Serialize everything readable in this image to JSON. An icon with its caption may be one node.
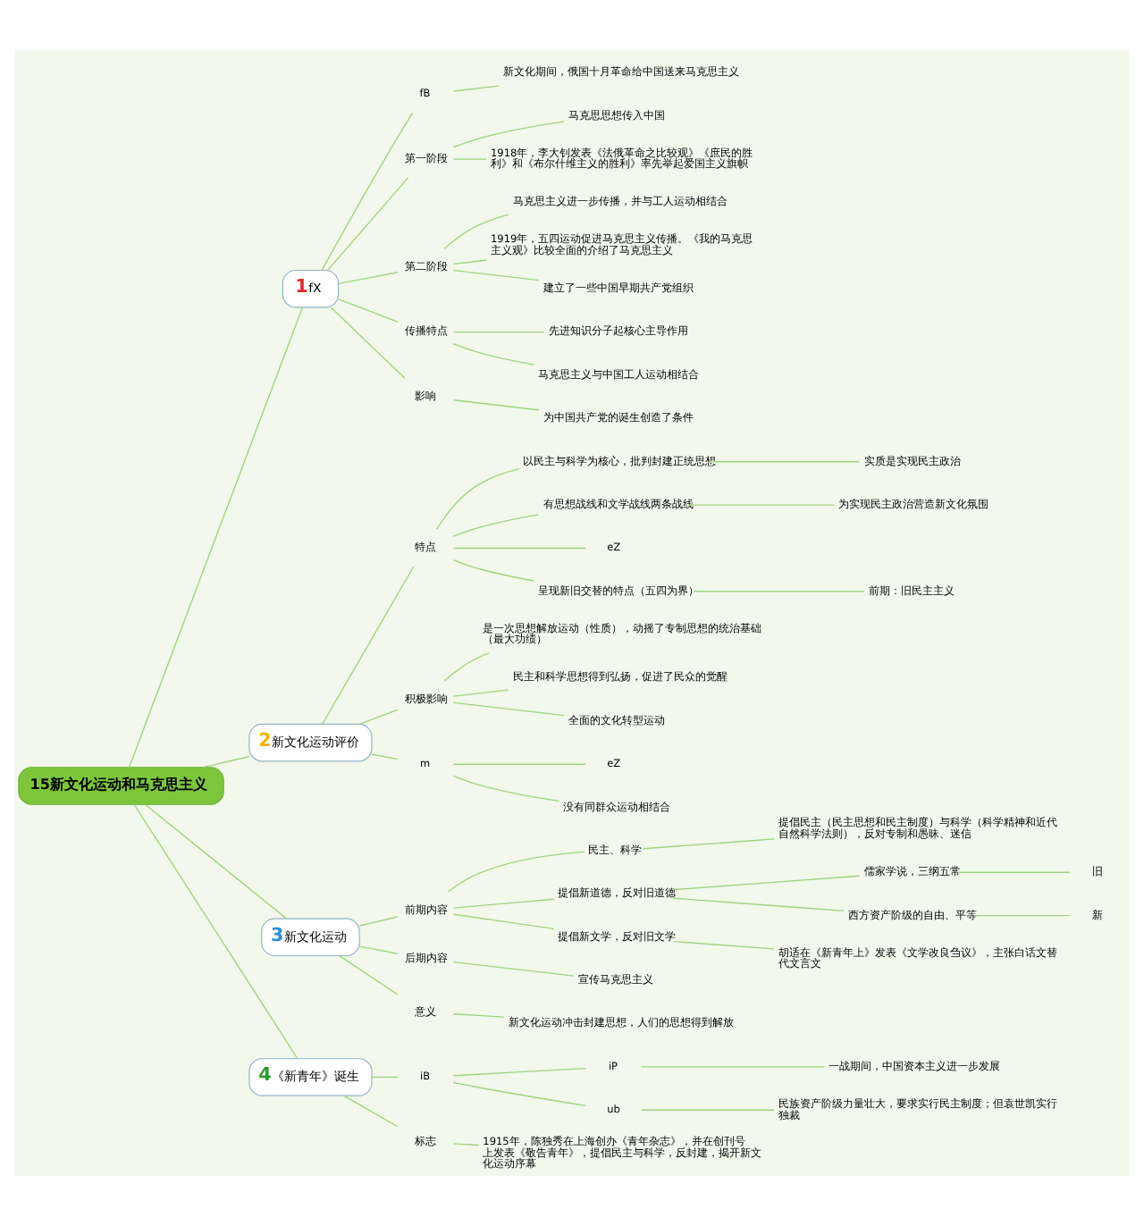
{
  "diagram": {
    "nodes": [
      {
        "text": [
          "15新文化运动和马克思主义"
        ]
      },
      {
        "text": [
          "1",
          "fX"
        ]
      },
      {
        "text": [
          "fB"
        ]
      },
      {
        "text": [
          "新文化期间，俄国十月革命给中国送来马克思主义"
        ]
      },
      {
        "text": [
          "第一阶段"
        ]
      },
      {
        "text": [
          "马克思思想传入中国"
        ]
      },
      {
        "text": [
          "1918年，李大钊发表《法俄革命之比较观》《庶民的胜利》和《布尔什维主义的胜利》率先举起爱国主义旗帜"
        ]
      },
      {
        "text": [
          "第二阶段"
        ]
      },
      {
        "text": [
          "马克思主义进一步传播，并与工人运动相结合"
        ]
      },
      {
        "text": [
          "1919年，五四运动促进马克思主义传播。《我的马克思主义观》比较全面的介绍了马克思主义"
        ]
      },
      {
        "text": [
          "建立了一些中国早期共产党组织"
        ]
      },
      {
        "text": [
          "传播特点"
        ]
      },
      {
        "text": [
          "先进知识分子起核心主导作用"
        ]
      },
      {
        "text": [
          "马克思主义与中国工人运动相结合"
        ]
      },
      {
        "text": [
          "影响"
        ]
      },
      {
        "text": [
          "为中国共产党的诞生创造了条件"
        ]
      },
      {
        "text": [
          "2",
          "新文化运动评价"
        ]
      },
      {
        "text": [
          "特点"
        ]
      },
      {
        "text": [
          "以民主与科学为核心，批判封建正统思想"
        ]
      },
      {
        "text": [
          "实质是实现民主政治"
        ]
      },
      {
        "text": [
          "有思想战线和文学战线两条战线"
        ]
      },
      {
        "text": [
          "为实现民主政治营造新文化氛围"
        ]
      },
      {
        "text": [
          "eZ"
        ]
      },
      {
        "text": [
          "呈现新旧交替的特点（五四为界）"
        ]
      },
      {
        "text": [
          "前期：旧民主主义"
        ]
      },
      {
        "text": [
          "积极影响"
        ]
      },
      {
        "text": [
          "是一次思想解放运动（性质），动摇了专制思想的统治基础（最大功绩）"
        ]
      },
      {
        "text": [
          "民主和科学思想得到弘扬，促进了民众的觉醒"
        ]
      },
      {
        "text": [
          "全面的文化转型运动"
        ]
      },
      {
        "text": [
          "m"
        ]
      },
      {
        "text": [
          "eZ"
        ]
      },
      {
        "text": [
          "没有同群众运动相结合"
        ]
      },
      {
        "text": [
          "3",
          "新文化运动"
        ]
      },
      {
        "text": [
          "前期内容"
        ]
      },
      {
        "text": [
          "民主、科学"
        ]
      },
      {
        "text": [
          "提倡民主（民主思想和民主制度）与科学（科学精神和近代自然科学法则），反对专制和愚昧、迷信"
        ]
      },
      {
        "text": [
          "提倡新道德，反对旧道德"
        ]
      },
      {
        "text": [
          "儒家学说，三纲五常"
        ]
      },
      {
        "text": [
          "旧"
        ]
      },
      {
        "text": [
          "西方资产阶级的自由、平等"
        ]
      },
      {
        "text": [
          "新"
        ]
      },
      {
        "text": [
          "提倡新文学，反对旧文学"
        ]
      },
      {
        "text": [
          "胡适在《新青年上》发表《文学改良刍议》，主张白话文替代文言文"
        ]
      },
      {
        "text": [
          "后期内容"
        ]
      },
      {
        "text": [
          "宣传马克思主义"
        ]
      },
      {
        "text": [
          "意义"
        ]
      },
      {
        "text": [
          "新文化运动冲击封建思想，人们的思想得到解放"
        ]
      },
      {
        "text": [
          "4",
          "《新青年》诞生"
        ]
      },
      {
        "text": [
          "iB"
        ]
      },
      {
        "text": [
          "iP"
        ]
      },
      {
        "text": [
          "一战期间，中国资本主义进一步发展"
        ]
      },
      {
        "text": [
          "ub"
        ]
      },
      {
        "text": [
          "民族资产阶级力量壮大，要求实行民主制度；但袁世凯实行独裁"
        ]
      },
      {
        "text": [
          "标志"
        ]
      },
      {
        "text": [
          "1915年，陈独秀在上海创办《青年杂志》，并在创刊号上发表《敬告青年》，提倡民主与科学，反封建，揭开新文化运动序幕"
        ]
      }
    ],
    "edges": [
      {
        "from": 0,
        "to": 1,
        "arrow": "none"
      },
      {
        "from": 1,
        "to": 2,
        "arrow": "none"
      },
      {
        "from": 2,
        "to": 3,
        "arrow": "none"
      },
      {
        "from": 1,
        "to": 4,
        "arrow": "none"
      },
      {
        "from": 4,
        "to": 5,
        "arrow": "none"
      },
      {
        "from": 4,
        "to": 6,
        "arrow": "none"
      },
      {
        "from": 1,
        "to": 7,
        "arrow": "none"
      },
      {
        "from": 7,
        "to": 8,
        "arrow": "none"
      },
      {
        "from": 7,
        "to": 9,
        "arrow": "none"
      },
      {
        "from": 7,
        "to": 10,
        "arrow": "none"
      },
      {
        "from": 1,
        "to": 11,
        "arrow": "none"
      },
      {
        "from": 11,
        "to": 12,
        "arrow": "none"
      },
      {
        "from": 11,
        "to": 13,
        "arrow": "none"
      },
      {
        "from": 1,
        "to": 14,
        "arrow": "none"
      },
      {
        "from": 14,
        "to": 15,
        "arrow": "none"
      },
      {
        "from": 0,
        "to": 16,
        "arrow": "none"
      },
      {
        "from": 16,
        "to": 17,
        "arrow": "none"
      },
      {
        "from": 17,
        "to": 18,
        "arrow": "none"
      },
      {
        "from": 18,
        "to": 19,
        "arrow": "none"
      },
      {
        "from": 17,
        "to": 20,
        "arrow": "none"
      },
      {
        "from": 20,
        "to": 21,
        "arrow": "none"
      },
      {
        "from": 17,
        "to": 22,
        "arrow": "none"
      },
      {
        "from": 17,
        "to": 23,
        "arrow": "none"
      },
      {
        "from": 23,
        "to": 24,
        "arrow": "none"
      },
      {
        "from": 16,
        "to": 25,
        "arrow": "none"
      },
      {
        "from": 25,
        "to": 26,
        "arrow": "none"
      },
      {
        "from": 25,
        "to": 27,
        "arrow": "none"
      },
      {
        "from": 25,
        "to": 28,
        "arrow": "none"
      },
      {
        "from": 16,
        "to": 29,
        "arrow": "none"
      },
      {
        "from": 29,
        "to": 30,
        "arrow": "none"
      },
      {
        "from": 29,
        "to": 31,
        "arrow": "none"
      },
      {
        "from": 0,
        "to": 32,
        "arrow": "none"
      },
      {
        "from": 32,
        "to": 33,
        "arrow": "none"
      },
      {
        "from": 33,
        "to": 34,
        "arrow": "none"
      },
      {
        "from": 34,
        "to": 35,
        "arrow": "none"
      },
      {
        "from": 33,
        "to": 36,
        "arrow": "none"
      },
      {
        "from": 36,
        "to": 37,
        "arrow": "none"
      },
      {
        "from": 37,
        "to": 38,
        "arrow": "none"
      },
      {
        "from": 36,
        "to": 39,
        "arrow": "none"
      },
      {
        "from": 39,
        "to": 40,
        "arrow": "none"
      },
      {
        "from": 33,
        "to": 41,
        "arrow": "none"
      },
      {
        "from": 41,
        "to": 42,
        "arrow": "none"
      },
      {
        "from": 32,
        "to": 43,
        "arrow": "none"
      },
      {
        "from": 43,
        "to": 44,
        "arrow": "none"
      },
      {
        "from": 32,
        "to": 45,
        "arrow": "none"
      },
      {
        "from": 45,
        "to": 46,
        "arrow": "none"
      },
      {
        "from": 0,
        "to": 47,
        "arrow": "none"
      },
      {
        "from": 47,
        "to": 48,
        "arrow": "none"
      },
      {
        "from": 48,
        "to": 49,
        "arrow": "none"
      },
      {
        "from": 49,
        "to": 50,
        "arrow": "none"
      },
      {
        "from": 48,
        "to": 51,
        "arrow": "none"
      },
      {
        "from": 51,
        "to": 52,
        "arrow": "none"
      },
      {
        "from": 47,
        "to": 53,
        "arrow": "none"
      },
      {
        "from": 53,
        "to": 54,
        "arrow": "none"
      }
    ]
  }
}
